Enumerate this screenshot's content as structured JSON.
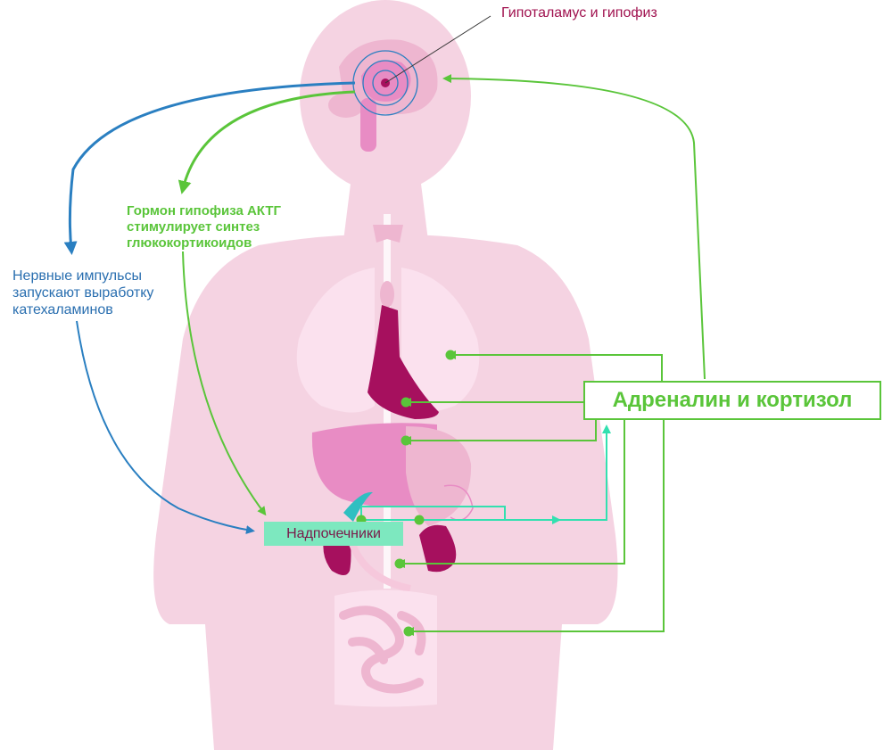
{
  "labels": {
    "hypothalamus": "Гипоталамус и гипофиз",
    "acth": "Гормон гипофиза АКТГ\nстимулирует синтез\nглюкокортикоидов",
    "nerve": "Нервные импульсы\nзапускают выработку\nкатехаламинов",
    "adrenalin_cortisol": "Адреналин и кортизол",
    "adrenal_glands": "Надпочечники"
  },
  "colors": {
    "body_silhouette": "#f5d3e2",
    "organ_light": "#eeb6d0",
    "organ_mid": "#e88cc4",
    "organ_dark": "#a6105e",
    "green": "#5ac53a",
    "blue": "#2a7fc1",
    "cyan": "#33e0b0",
    "hypo_text": "#a0124f",
    "acth_text": "#5ac53a",
    "nerve_text": "#2a6fb0",
    "adrenal_box": "#7de8bf"
  },
  "icons": {
    "target_rings": "target-rings-icon",
    "organ_marker": "green-dot-icon"
  }
}
